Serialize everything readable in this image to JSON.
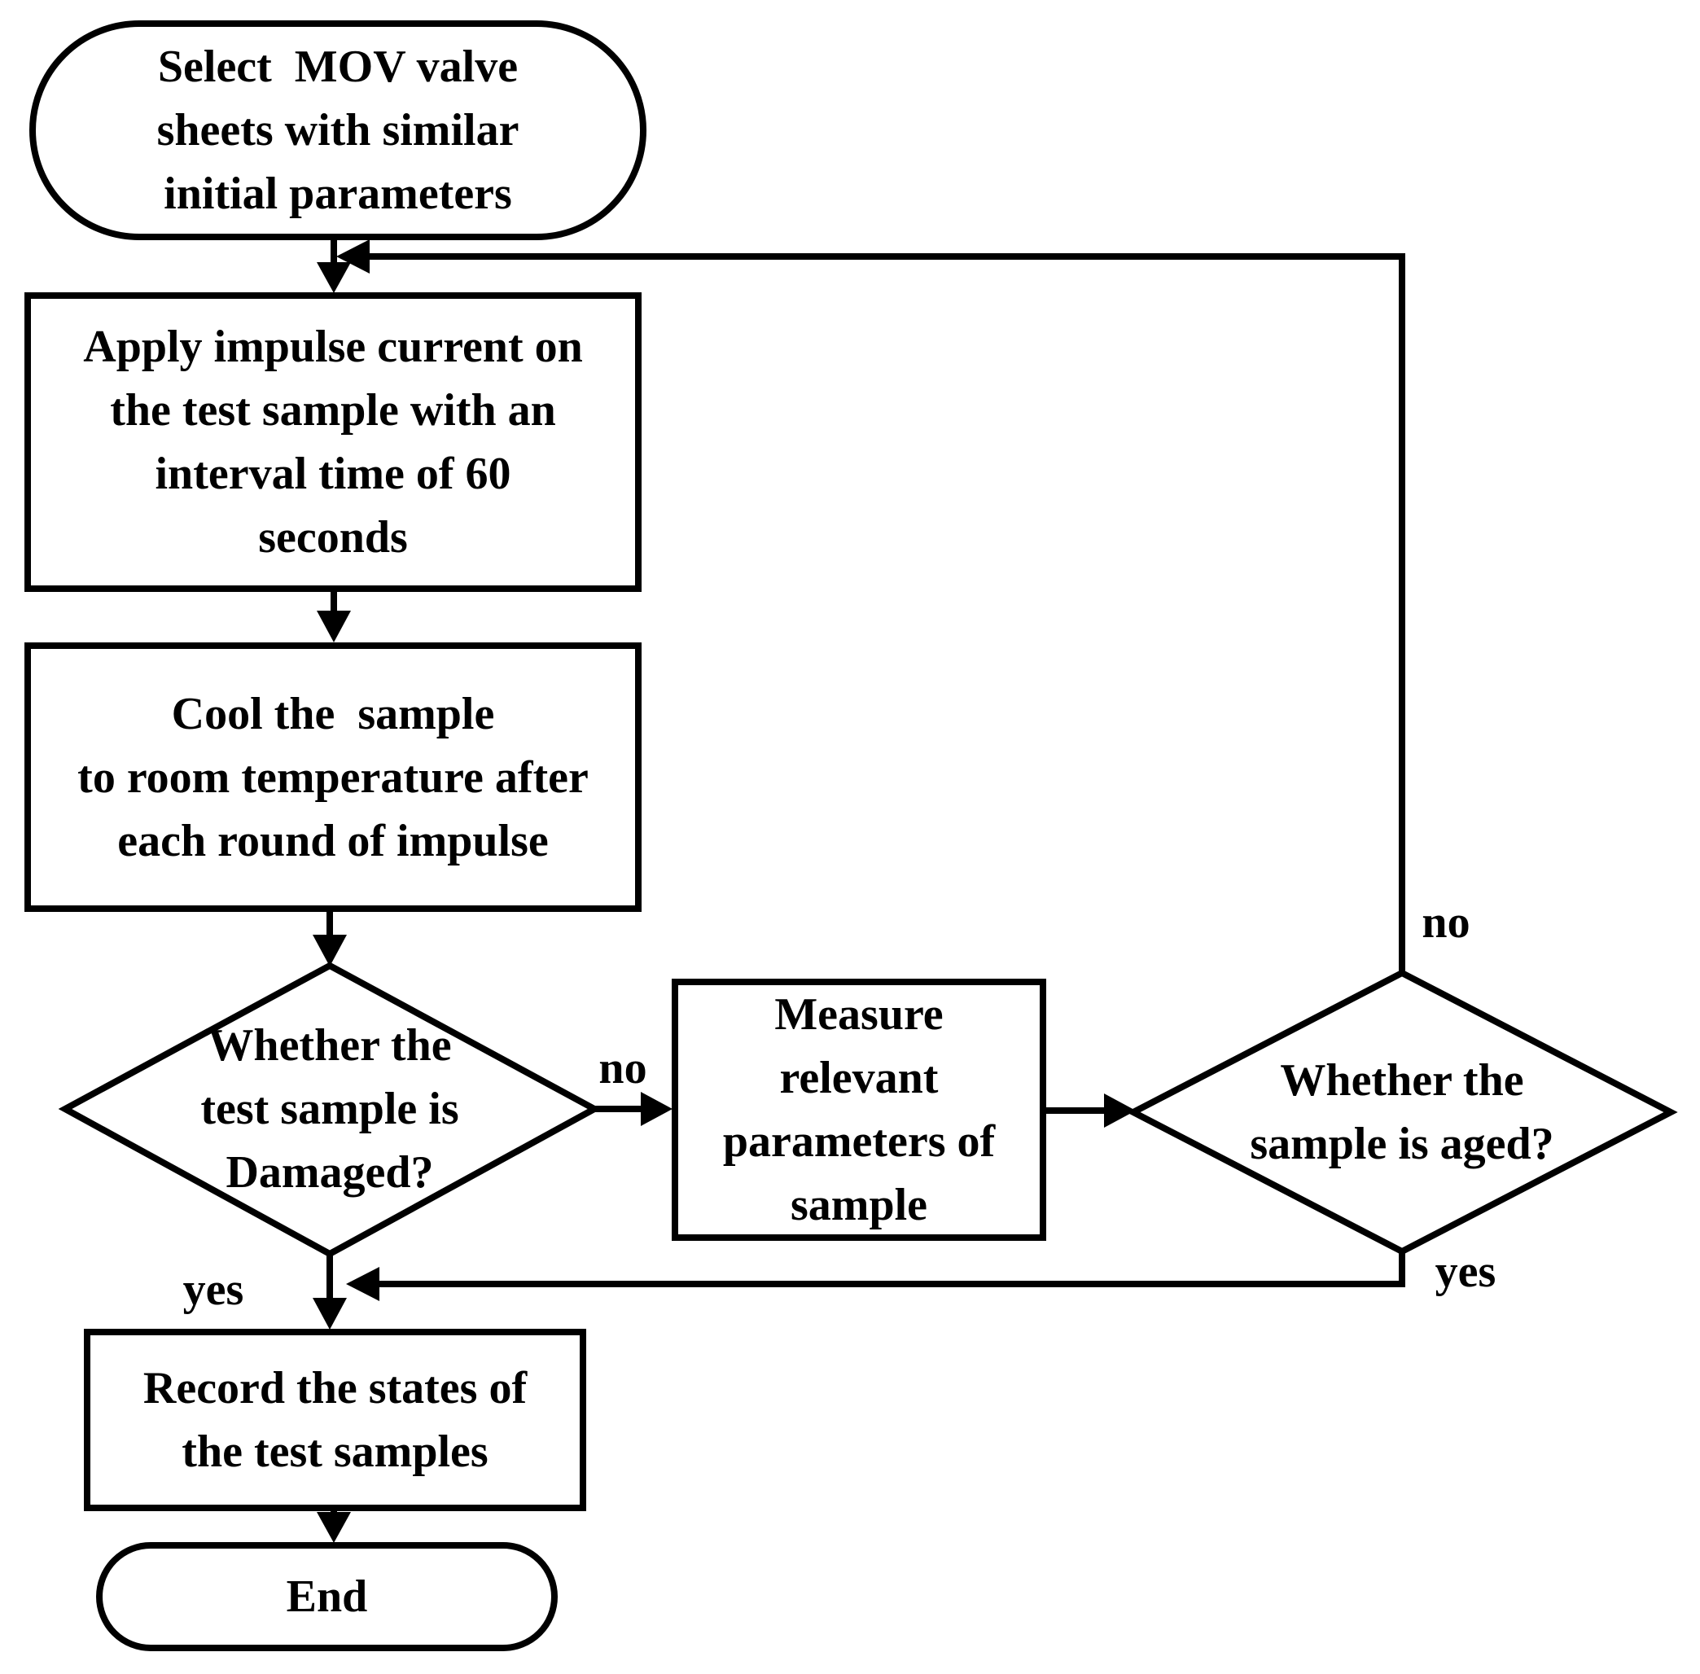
{
  "flowchart": {
    "colors": {
      "background": "#ffffff",
      "line": "#000000",
      "text": "#000000"
    },
    "nodes": {
      "start": {
        "shape": "terminator",
        "lines": [
          "Select  MOV valve",
          "sheets with similar",
          "initial parameters"
        ]
      },
      "apply_impulse": {
        "shape": "process",
        "lines": [
          "Apply impulse current on",
          "the test sample with an",
          "interval time of 60",
          "seconds"
        ]
      },
      "cool_sample": {
        "shape": "process",
        "lines": [
          "Cool the  sample",
          "to room temperature after",
          "each round of impulse"
        ]
      },
      "damaged_decision": {
        "shape": "decision",
        "lines": [
          "Whether the",
          "test sample is",
          "Damaged?"
        ]
      },
      "measure_parameters": {
        "shape": "process",
        "lines": [
          "Measure",
          "relevant",
          "parameters of",
          "sample"
        ]
      },
      "aged_decision": {
        "shape": "decision",
        "lines": [
          "Whether the",
          "sample is aged?"
        ]
      },
      "record_states": {
        "shape": "process",
        "lines": [
          "Record the states of",
          "the test samples"
        ]
      },
      "end": {
        "shape": "terminator",
        "lines": [
          "End"
        ]
      }
    },
    "edge_labels": {
      "damaged_no": "no",
      "damaged_yes": "yes",
      "aged_no": "no",
      "aged_yes": "yes"
    }
  }
}
